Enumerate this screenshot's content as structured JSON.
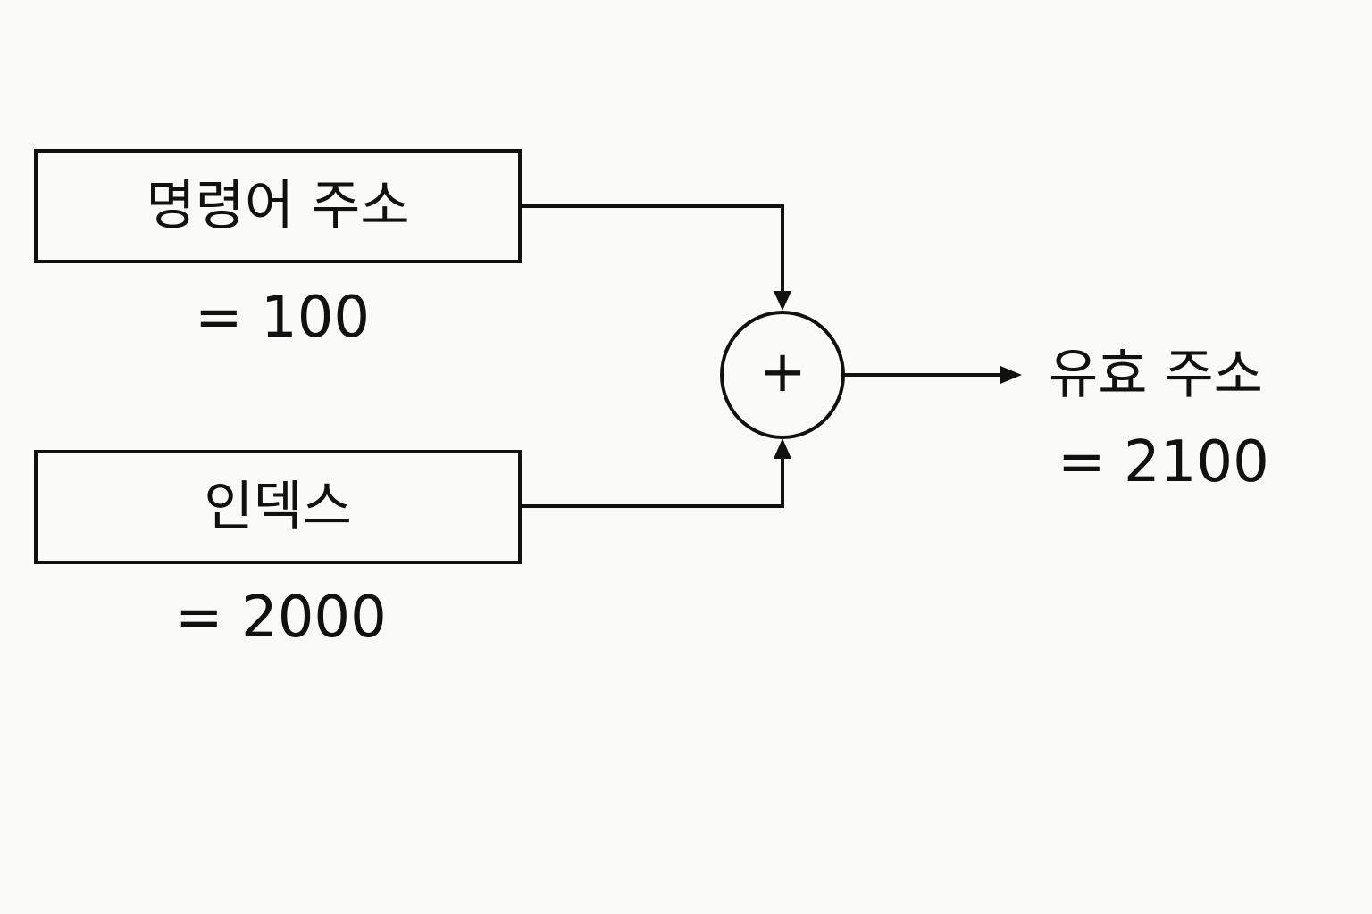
{
  "diagram": {
    "instruction_box": {
      "label": "명령어 주소",
      "value": "= 100"
    },
    "index_box": {
      "label": "인덱스",
      "value": "= 2000"
    },
    "adder": {
      "symbol": "+"
    },
    "result": {
      "label": "유효 주소",
      "value": "= 2100"
    }
  },
  "colors": {
    "stroke": "#111111",
    "background": "#fafaf8"
  }
}
